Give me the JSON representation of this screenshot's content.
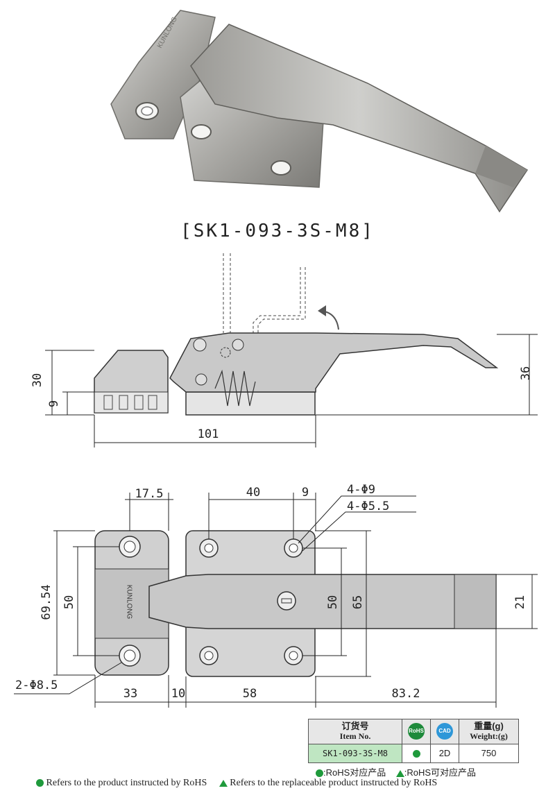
{
  "model": "[SK1-093-3S-M8]",
  "brand_mark": "KUNLONG",
  "side_view": {
    "dims": {
      "height_left": "30",
      "base_height": "9",
      "height_right": "36",
      "length": "101"
    }
  },
  "top_view": {
    "dims": {
      "w_left": "17.5",
      "d40": "40",
      "d9": "9",
      "holes_large": "4-Φ9",
      "holes_small": "4-Φ5.5",
      "h6954": "69.54",
      "h50_left": "50",
      "h50_right": "50",
      "h65": "65",
      "h21": "21",
      "holes_keeper": "2-Φ8.5",
      "b33": "33",
      "b10": "10",
      "b58": "58",
      "b832": "83.2"
    }
  },
  "spec_table": {
    "col1_cn": "订货号",
    "col1_en": "Item No.",
    "rohs_badge": "RoHS",
    "cad_badge": "CAD",
    "col4_cn": "重量(g)",
    "col4_en": "Weight:(g)",
    "item_no": "SK1-093-3S-M8",
    "cad_value": "2D",
    "weight_value": "750",
    "note_rohs": ":RoHS对应产品",
    "note_replace": ":RoHS可对应产品"
  },
  "footer": {
    "rohs_text": "Refers to the product instructed by RoHS",
    "replace_text": "Refers to the replaceable product instructed by RoHS"
  },
  "colors": {
    "rohs_green": "#1f9a3c",
    "cad_blue": "#2e97d8",
    "metal": "#b9b9b9"
  }
}
